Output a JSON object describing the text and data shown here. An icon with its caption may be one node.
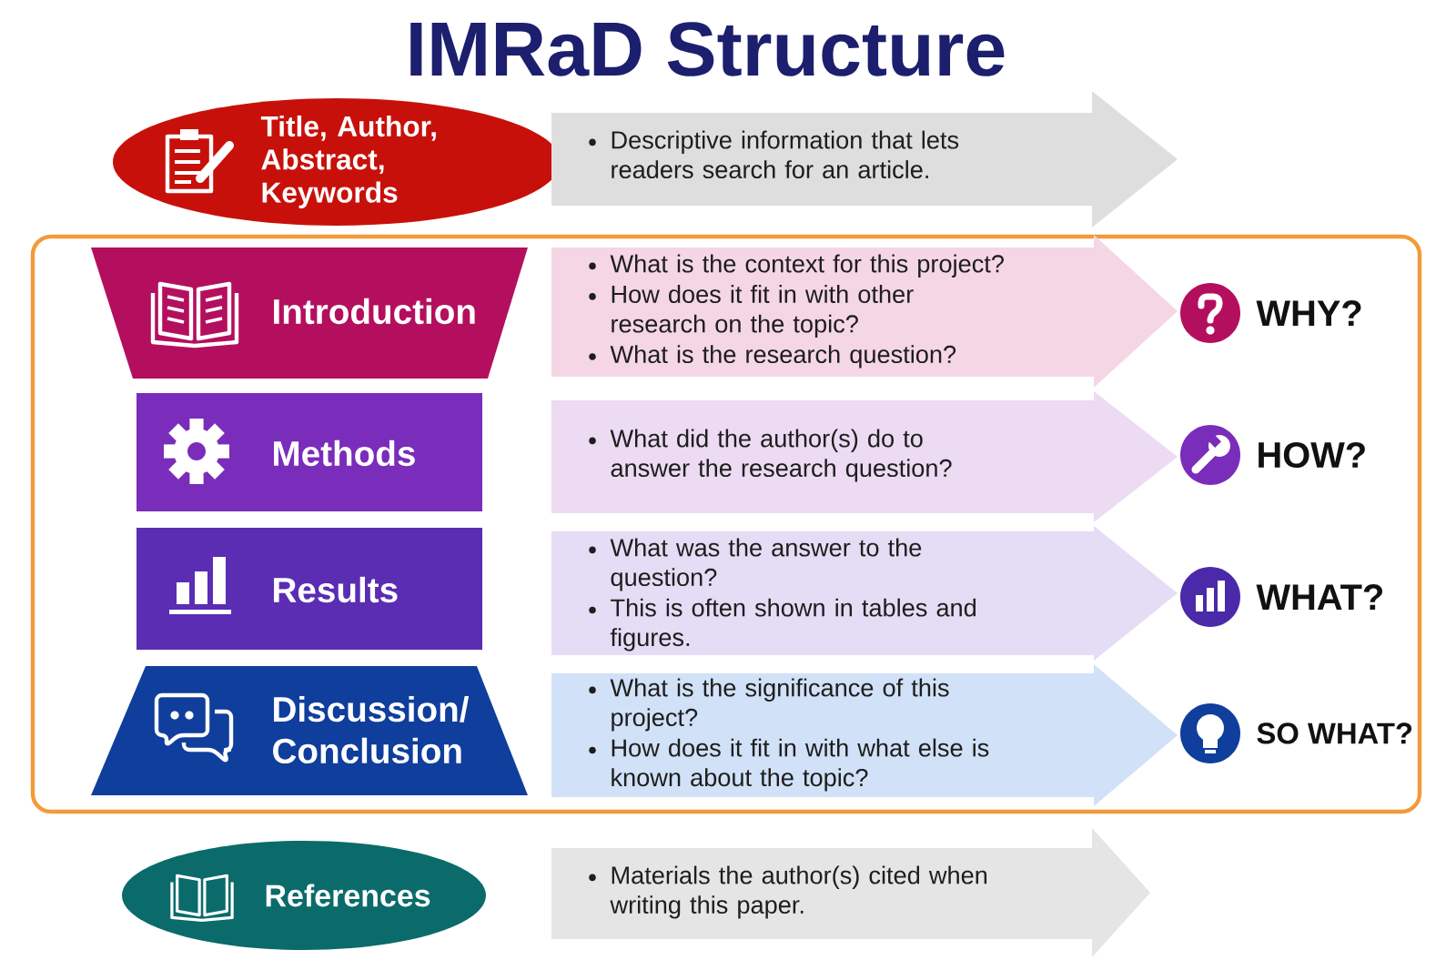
{
  "diagram": {
    "title": "IMRaD Structure",
    "nodes": [
      {
        "text": [
          "Title, Author, Abstract, Keywords"
        ]
      },
      {
        "text": [
          "Descriptive information that lets readers search for an article."
        ]
      },
      {
        "text": [],
        "shape": "box"
      },
      {
        "text": [
          "Introduction"
        ],
        "in": 2
      },
      {
        "text": [
          "What is the context for this project?",
          "How does it fit in with other research on the topic?",
          "What is the research question?"
        ],
        "in": 2
      },
      {
        "text": [
          "Methods"
        ],
        "in": 2
      },
      {
        "text": [
          "What did the author(s) do to answer the research question?"
        ],
        "in": 2
      },
      {
        "text": [
          "Results"
        ],
        "in": 2
      },
      {
        "text": [
          "What was the answer to the question?",
          "This is often shown in tables and figures."
        ],
        "in": 2
      },
      {
        "text": [
          "Discussion/ Conclusion"
        ],
        "in": 2
      },
      {
        "text": [
          "What is the significance of this project?",
          "How does it fit in with what else is known about the topic?"
        ],
        "in": 2
      },
      {
        "text": [
          "References"
        ]
      },
      {
        "text": [
          "Materials the author(s) cited when writing this paper."
        ]
      }
    ],
    "labels": [
      "WHY?",
      "HOW?",
      "WHAT?",
      "SO WHAT?"
    ]
  }
}
